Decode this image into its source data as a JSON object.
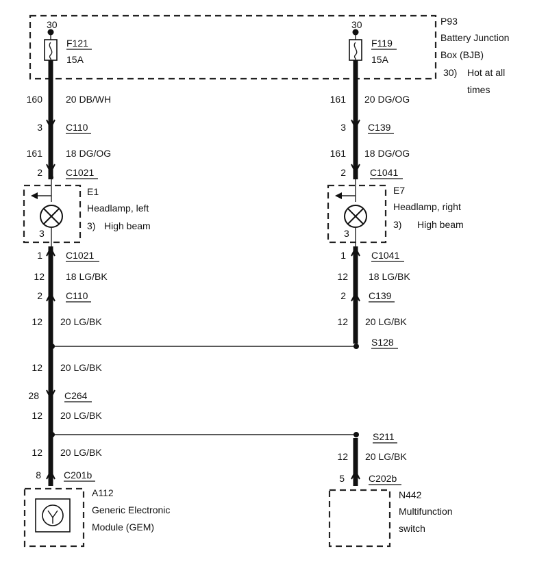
{
  "bjb": {
    "id": "P93",
    "name_line1": "Battery Junction",
    "name_line2": "Box (BJB)",
    "note_num": "30)",
    "note_line1": "Hot at all",
    "note_line2": "times"
  },
  "fuses": [
    {
      "pin": "30",
      "id": "F121",
      "rating": "15A"
    },
    {
      "pin": "30",
      "id": "F119",
      "rating": "15A"
    }
  ],
  "left_circuit": {
    "upper": [
      {
        "num": "160",
        "label": "20 DB/WH"
      },
      {
        "num": "3",
        "label": "C110"
      },
      {
        "num": "161",
        "label": "18 DG/OG"
      },
      {
        "num": "2",
        "label": "C1021"
      }
    ],
    "lower": [
      {
        "num": "1",
        "label": "C1021"
      },
      {
        "num": "12",
        "label": "18 LG/BK"
      },
      {
        "num": "2",
        "label": "C110"
      },
      {
        "num": "12",
        "label": "20 LG/BK"
      },
      {
        "num": "12",
        "label": "20 LG/BK"
      },
      {
        "num": "28",
        "label": "C264"
      },
      {
        "num": "12",
        "label": "20 LG/BK"
      },
      {
        "num": "12",
        "label": "20 LG/BK"
      },
      {
        "num": "8",
        "label": "C201b"
      }
    ]
  },
  "right_circuit": {
    "upper": [
      {
        "num": "161",
        "label": "20 DG/OG"
      },
      {
        "num": "3",
        "label": "C139"
      },
      {
        "num": "161",
        "label": "18 DG/OG"
      },
      {
        "num": "2",
        "label": "C1041"
      }
    ],
    "lower": [
      {
        "num": "1",
        "label": "C1041"
      },
      {
        "num": "12",
        "label": "18 LG/BK"
      },
      {
        "num": "2",
        "label": "C139"
      },
      {
        "num": "12",
        "label": "20 LG/BK"
      },
      {
        "num": "12",
        "label": "20 LG/BK"
      },
      {
        "num": "5",
        "label": "C202b"
      }
    ]
  },
  "lamps": [
    {
      "id": "E1",
      "name": "Headlamp, left",
      "note_num": "3)",
      "note": "High beam",
      "pin": "3"
    },
    {
      "id": "E7",
      "name": "Headlamp, right",
      "note_num": "3)",
      "note": "High beam",
      "pin": "3"
    }
  ],
  "splices": {
    "upper": "S128",
    "lower": "S211"
  },
  "modules": [
    {
      "id": "A112",
      "line1": "Generic Electronic",
      "line2": "Module (GEM)"
    },
    {
      "id": "N442",
      "line1": "Multifunction",
      "line2": "switch"
    }
  ]
}
